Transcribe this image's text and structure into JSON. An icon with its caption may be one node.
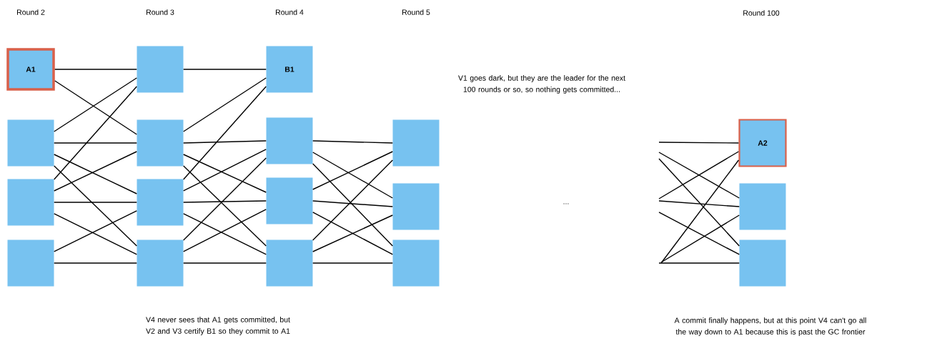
{
  "diagram": {
    "nodes": [
      {
        "text": [
          "A1"
        ]
      },
      {
        "text": [],
        "shape": "box"
      },
      {
        "text": [],
        "shape": "box"
      },
      {
        "text": [],
        "shape": "box"
      },
      {
        "text": [],
        "shape": "box"
      },
      {
        "text": [],
        "shape": "box"
      },
      {
        "text": [],
        "shape": "box"
      },
      {
        "text": [],
        "shape": "box"
      },
      {
        "text": [
          "B1"
        ]
      },
      {
        "text": [],
        "shape": "box"
      },
      {
        "text": [],
        "shape": "box"
      },
      {
        "text": [],
        "shape": "box"
      },
      {
        "text": [],
        "shape": "box"
      },
      {
        "text": [],
        "shape": "box"
      },
      {
        "text": [],
        "shape": "box"
      },
      {
        "text": [
          "A2"
        ]
      },
      {
        "text": [],
        "shape": "box"
      },
      {
        "text": [],
        "shape": "box"
      }
    ],
    "edges": [
      {
        "from": 0,
        "to": 4,
        "arrow": "none"
      },
      {
        "from": 0,
        "to": 5,
        "arrow": "none"
      },
      {
        "from": 1,
        "to": 4,
        "arrow": "none"
      },
      {
        "from": 1,
        "to": 5,
        "arrow": "none"
      },
      {
        "from": 1,
        "to": 6,
        "arrow": "none"
      },
      {
        "from": 1,
        "to": 7,
        "arrow": "none"
      },
      {
        "from": 2,
        "to": 4,
        "arrow": "none"
      },
      {
        "from": 2,
        "to": 5,
        "arrow": "none"
      },
      {
        "from": 2,
        "to": 6,
        "arrow": "none"
      },
      {
        "from": 2,
        "to": 7,
        "arrow": "none"
      },
      {
        "from": 3,
        "to": 6,
        "arrow": "none"
      },
      {
        "from": 3,
        "to": 7,
        "arrow": "none"
      },
      {
        "from": 4,
        "to": 8,
        "arrow": "none"
      },
      {
        "from": 5,
        "to": 8,
        "arrow": "none"
      },
      {
        "from": 5,
        "to": 9,
        "arrow": "none"
      },
      {
        "from": 5,
        "to": 10,
        "arrow": "none"
      },
      {
        "from": 5,
        "to": 11,
        "arrow": "none"
      },
      {
        "from": 6,
        "to": 8,
        "arrow": "none"
      },
      {
        "from": 6,
        "to": 9,
        "arrow": "none"
      },
      {
        "from": 6,
        "to": 10,
        "arrow": "none"
      },
      {
        "from": 6,
        "to": 11,
        "arrow": "none"
      },
      {
        "from": 7,
        "to": 9,
        "arrow": "none"
      },
      {
        "from": 7,
        "to": 10,
        "arrow": "none"
      },
      {
        "from": 7,
        "to": 11,
        "arrow": "none"
      },
      {
        "from": 9,
        "to": 12,
        "arrow": "none"
      },
      {
        "from": 9,
        "to": 13,
        "arrow": "none"
      },
      {
        "from": 9,
        "to": 14,
        "arrow": "none"
      },
      {
        "from": 10,
        "to": 12,
        "arrow": "none"
      },
      {
        "from": 10,
        "to": 13,
        "arrow": "none"
      },
      {
        "from": 10,
        "to": 14,
        "arrow": "none"
      },
      {
        "from": 11,
        "to": 12,
        "arrow": "none"
      },
      {
        "from": 11,
        "to": 13,
        "arrow": "none"
      },
      {
        "from": 11,
        "to": 14,
        "arrow": "none"
      },
      {
        "from": null,
        "to": 15,
        "arrow": "none"
      },
      {
        "from": null,
        "to": 16,
        "arrow": "none"
      },
      {
        "from": null,
        "to": 17,
        "arrow": "none"
      },
      {
        "from": null,
        "to": 15,
        "arrow": "none"
      },
      {
        "from": null,
        "to": 16,
        "arrow": "none"
      },
      {
        "from": null,
        "to": 17,
        "arrow": "none"
      },
      {
        "from": null,
        "to": 15,
        "arrow": "none"
      },
      {
        "from": null,
        "to": 16,
        "arrow": "none"
      },
      {
        "from": null,
        "to": 17,
        "arrow": "none"
      }
    ],
    "labels": [
      "Round 2",
      "Round 3",
      "Round 4",
      "Round 5",
      "Round 100",
      "V1 goes dark, but they are the leader for the next 100 rounds or so, so nothing gets committed...",
      "...",
      "V4 never sees that A1 gets committed, but V2 and V3 certify B1 so they commit to A1",
      "A commit finally happens, but at this point V4 can't go all the way down to A1 because this is past the GC frontier"
    ]
  }
}
